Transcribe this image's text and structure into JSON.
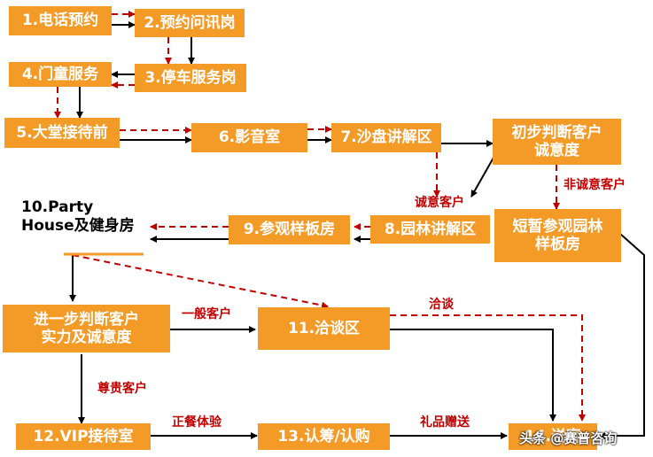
{
  "nodes": {
    "n1": "1.电话预约",
    "n2": "2.预约问讯岗",
    "n3": "3.停车服务岗",
    "n4": "4.门童服务",
    "n5": "5.大堂接待前",
    "n6": "6.影音室",
    "n7": "7.沙盘讲解区",
    "judge1": "初步判断客户\n诚意度",
    "short_visit": "短暂参观园林\n样板房",
    "n8": "8.园林讲解区",
    "n9": "9.参观样板房",
    "n10": "10.Party\nHouse及健身房",
    "judge2": "进一步判断客户\n实力及诚意度",
    "n11": "11.洽谈区",
    "n12": "12.VIP接待室",
    "n13": "13.认筹/认购",
    "n14": "14.送客"
  },
  "labels": {
    "sincere": "诚意客户",
    "non_sincere": "非诚意客户",
    "general": "一般客户",
    "negotiate": "洽谈",
    "vip": "尊贵客户",
    "formal": "正餐体验",
    "gift": "礼品赠送"
  },
  "watermark": "头条 @赛普咨询",
  "colors": {
    "box": "#F39A27",
    "dashed_arrow": "#C00000",
    "solid_arrow": "#000000",
    "box_text": "#FFFFFF"
  }
}
